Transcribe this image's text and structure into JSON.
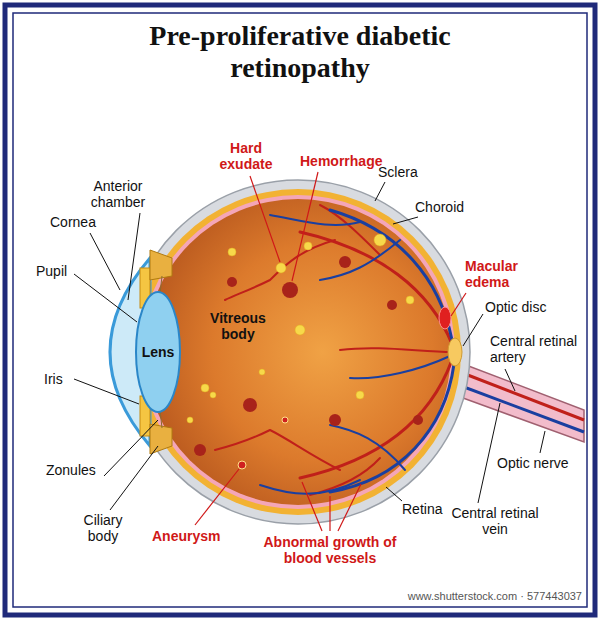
{
  "diagram": {
    "title": "Pre-proliferative diabetic retinopathy",
    "labels": [
      "Hard exudate",
      "Hemorrhage",
      "Sclera",
      "Anterior chamber",
      "Cornea",
      "Choroid",
      "Macular edema",
      "Pupil",
      "Lens",
      "Vitreous body",
      "Optic disc",
      "Central retinal artery",
      "Iris",
      "Optic nerve",
      "Zonules",
      "Retina",
      "Central retinal vein",
      "Ciliary body",
      "Aneurysm",
      "Abnormal growth of blood vessels",
      "www.shutterstock.com · 577443037"
    ]
  }
}
